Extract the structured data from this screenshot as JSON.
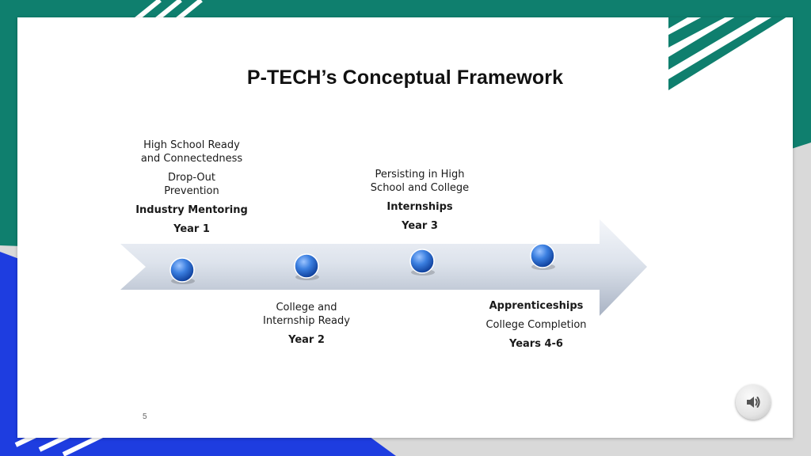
{
  "slide": {
    "title": "P-TECH’s Conceptual Framework",
    "slide_number": "5"
  },
  "timeline": {
    "year1": {
      "line1": "High School Ready",
      "line2": "and Connectedness",
      "line3": "Drop-Out",
      "line4": "Prevention",
      "activity": "Industry Mentoring",
      "year": "Year 1"
    },
    "year2": {
      "line1": "College and",
      "line2": "Internship Ready",
      "year": "Year 2"
    },
    "year3": {
      "line1": "Persisting in High",
      "line2": "School and College",
      "activity": "Internships",
      "year": "Year 3"
    },
    "year4_6": {
      "activity": "Apprenticeships",
      "goal": "College Completion",
      "year": "Years 4-6"
    }
  },
  "icons": {
    "audio": "speaker-icon"
  },
  "colors": {
    "teal": "#0f7f6e",
    "blue": "#1e3de0",
    "arrow_light": "#eef2f8",
    "arrow_dark": "#b3bccb",
    "node": "#2f6fd1"
  }
}
